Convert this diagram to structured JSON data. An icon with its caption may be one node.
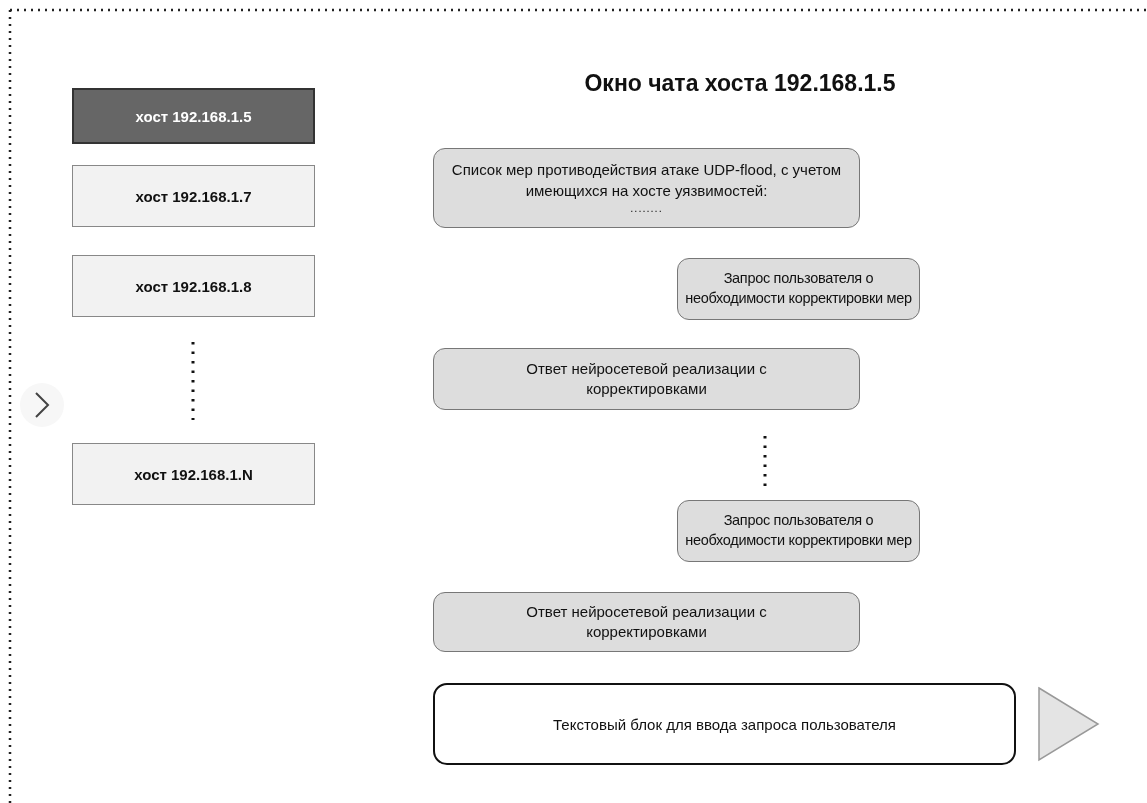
{
  "diagram": {
    "title": "Окно чата хоста 192.168.1.5",
    "nodes": [
      {
        "text": [
          "хост 192.168.1.5"
        ]
      },
      {
        "text": [
          "хост 192.168.1.7"
        ]
      },
      {
        "text": [
          "хост 192.168.1.8"
        ]
      },
      {
        "text": [
          "хост 192.168.1.N"
        ]
      },
      {
        "text": [
          "Список мер противодействия атаке UDP-flood, с учетом имеющихся на хосте уязвимостей:",
          "........"
        ]
      },
      {
        "text": [
          "Запрос пользователя о необходимости корректировки мер"
        ]
      },
      {
        "text": [
          "Ответ нейросетевой реализации с корректировками"
        ]
      },
      {
        "text": [
          "Запрос пользователя о необходимости корректировки мер"
        ]
      },
      {
        "text": [
          "Ответ нейросетевой реализации с корректировками"
        ]
      },
      {
        "text": [
          "Текстовый блок для ввода запроса пользователя"
        ]
      }
    ]
  }
}
